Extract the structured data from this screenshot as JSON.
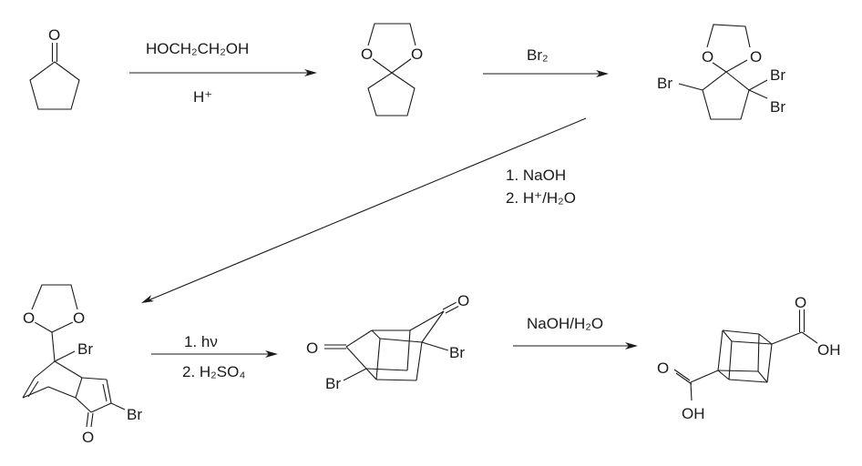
{
  "title": "Synthesis of cubane-1,4-dicarboxylic acid from cyclopentanone",
  "colors": {
    "ink": "#1a1a1a",
    "background": "#ffffff"
  },
  "steps": [
    {
      "above": "HOCH₂CH₂OH",
      "below": "H⁺"
    },
    {
      "above": "Br₂"
    },
    {
      "line1": "1. NaOH",
      "line2": "2. H⁺/H₂O"
    },
    {
      "above": "1. hν",
      "below": "2. H₂SO₄"
    },
    {
      "above": "NaOH/H₂O"
    }
  ],
  "atoms": {
    "O": "O",
    "Br": "Br",
    "OH": "OH"
  }
}
